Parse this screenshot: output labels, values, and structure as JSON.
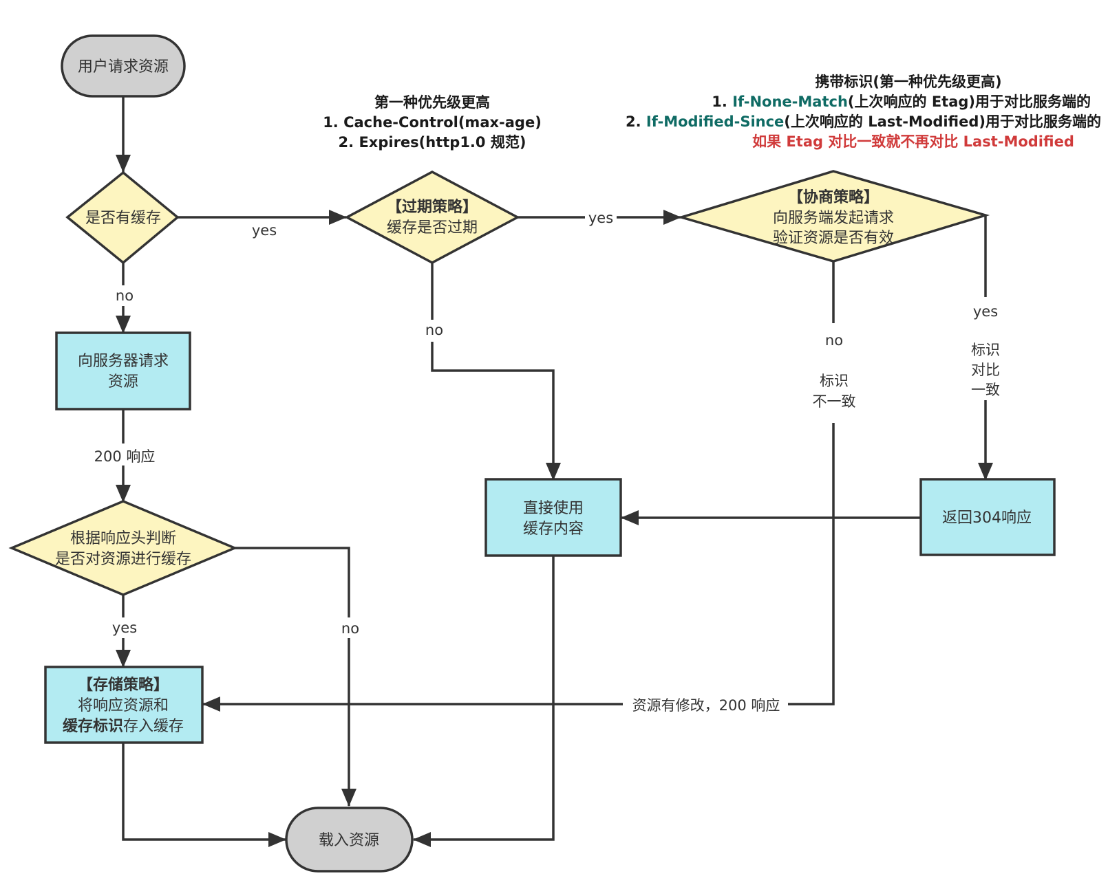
{
  "colors": {
    "terminal_fill": "#d0d0d0",
    "decision_fill": "#fdf5c0",
    "process_fill": "#b3ebf2",
    "stroke": "#333333",
    "teal_header": "#0f6b64",
    "red_note": "#d03a3a"
  },
  "nodes": {
    "start": "用户请求资源",
    "has_cache": "是否有缓存",
    "request_server": [
      "向服务器请求",
      "资源"
    ],
    "judge_headers": [
      "根据响应头判断",
      "是否对资源进行缓存"
    ],
    "store_policy": {
      "title": "【存储策略】",
      "line2": "将响应资源和",
      "line3_bold": "缓存标识",
      "line3_rest": "存入缓存"
    },
    "load": "载入资源",
    "expire_policy": {
      "title": "【过期策略】",
      "line2": "缓存是否过期"
    },
    "use_cache": [
      "直接使用",
      "缓存内容"
    ],
    "negotiate_policy": {
      "title": "【协商策略】",
      "line2": "向服务端发起请求",
      "line3": "验证资源是否有效"
    },
    "return_304": "返回304响应"
  },
  "edge_labels": {
    "has_cache_yes": "yes",
    "has_cache_no": "no",
    "response_200": "200 响应",
    "judge_yes": "yes",
    "judge_no": "no",
    "expire_yes": "yes",
    "expire_no": "no",
    "negotiate_no": "no",
    "negotiate_no_detail": [
      "标识",
      "不一致"
    ],
    "negotiate_yes": "yes",
    "negotiate_yes_detail": [
      "标识",
      "对比",
      "一致"
    ],
    "modified_200": "资源有修改，200 响应"
  },
  "notes": {
    "expire": {
      "title": "第一种优先级更高",
      "line1": "1. Cache-Control(max-age)",
      "line2": "2. Expires(http1.0 规范)"
    },
    "negotiate": {
      "title": "携带标识(第一种优先级更高)",
      "line1_prefix": "1. ",
      "line1_key": "If-None-Match",
      "line1_rest": "(上次响应的 Etag)用于对比服务端的",
      "line2_prefix": "2. ",
      "line2_key": "If-Modified-Since",
      "line2_rest": "(上次响应的 Last-Modified)用于对比服务端的",
      "line3": "如果 Etag 对比一致就不再对比 Last-Modified"
    }
  }
}
